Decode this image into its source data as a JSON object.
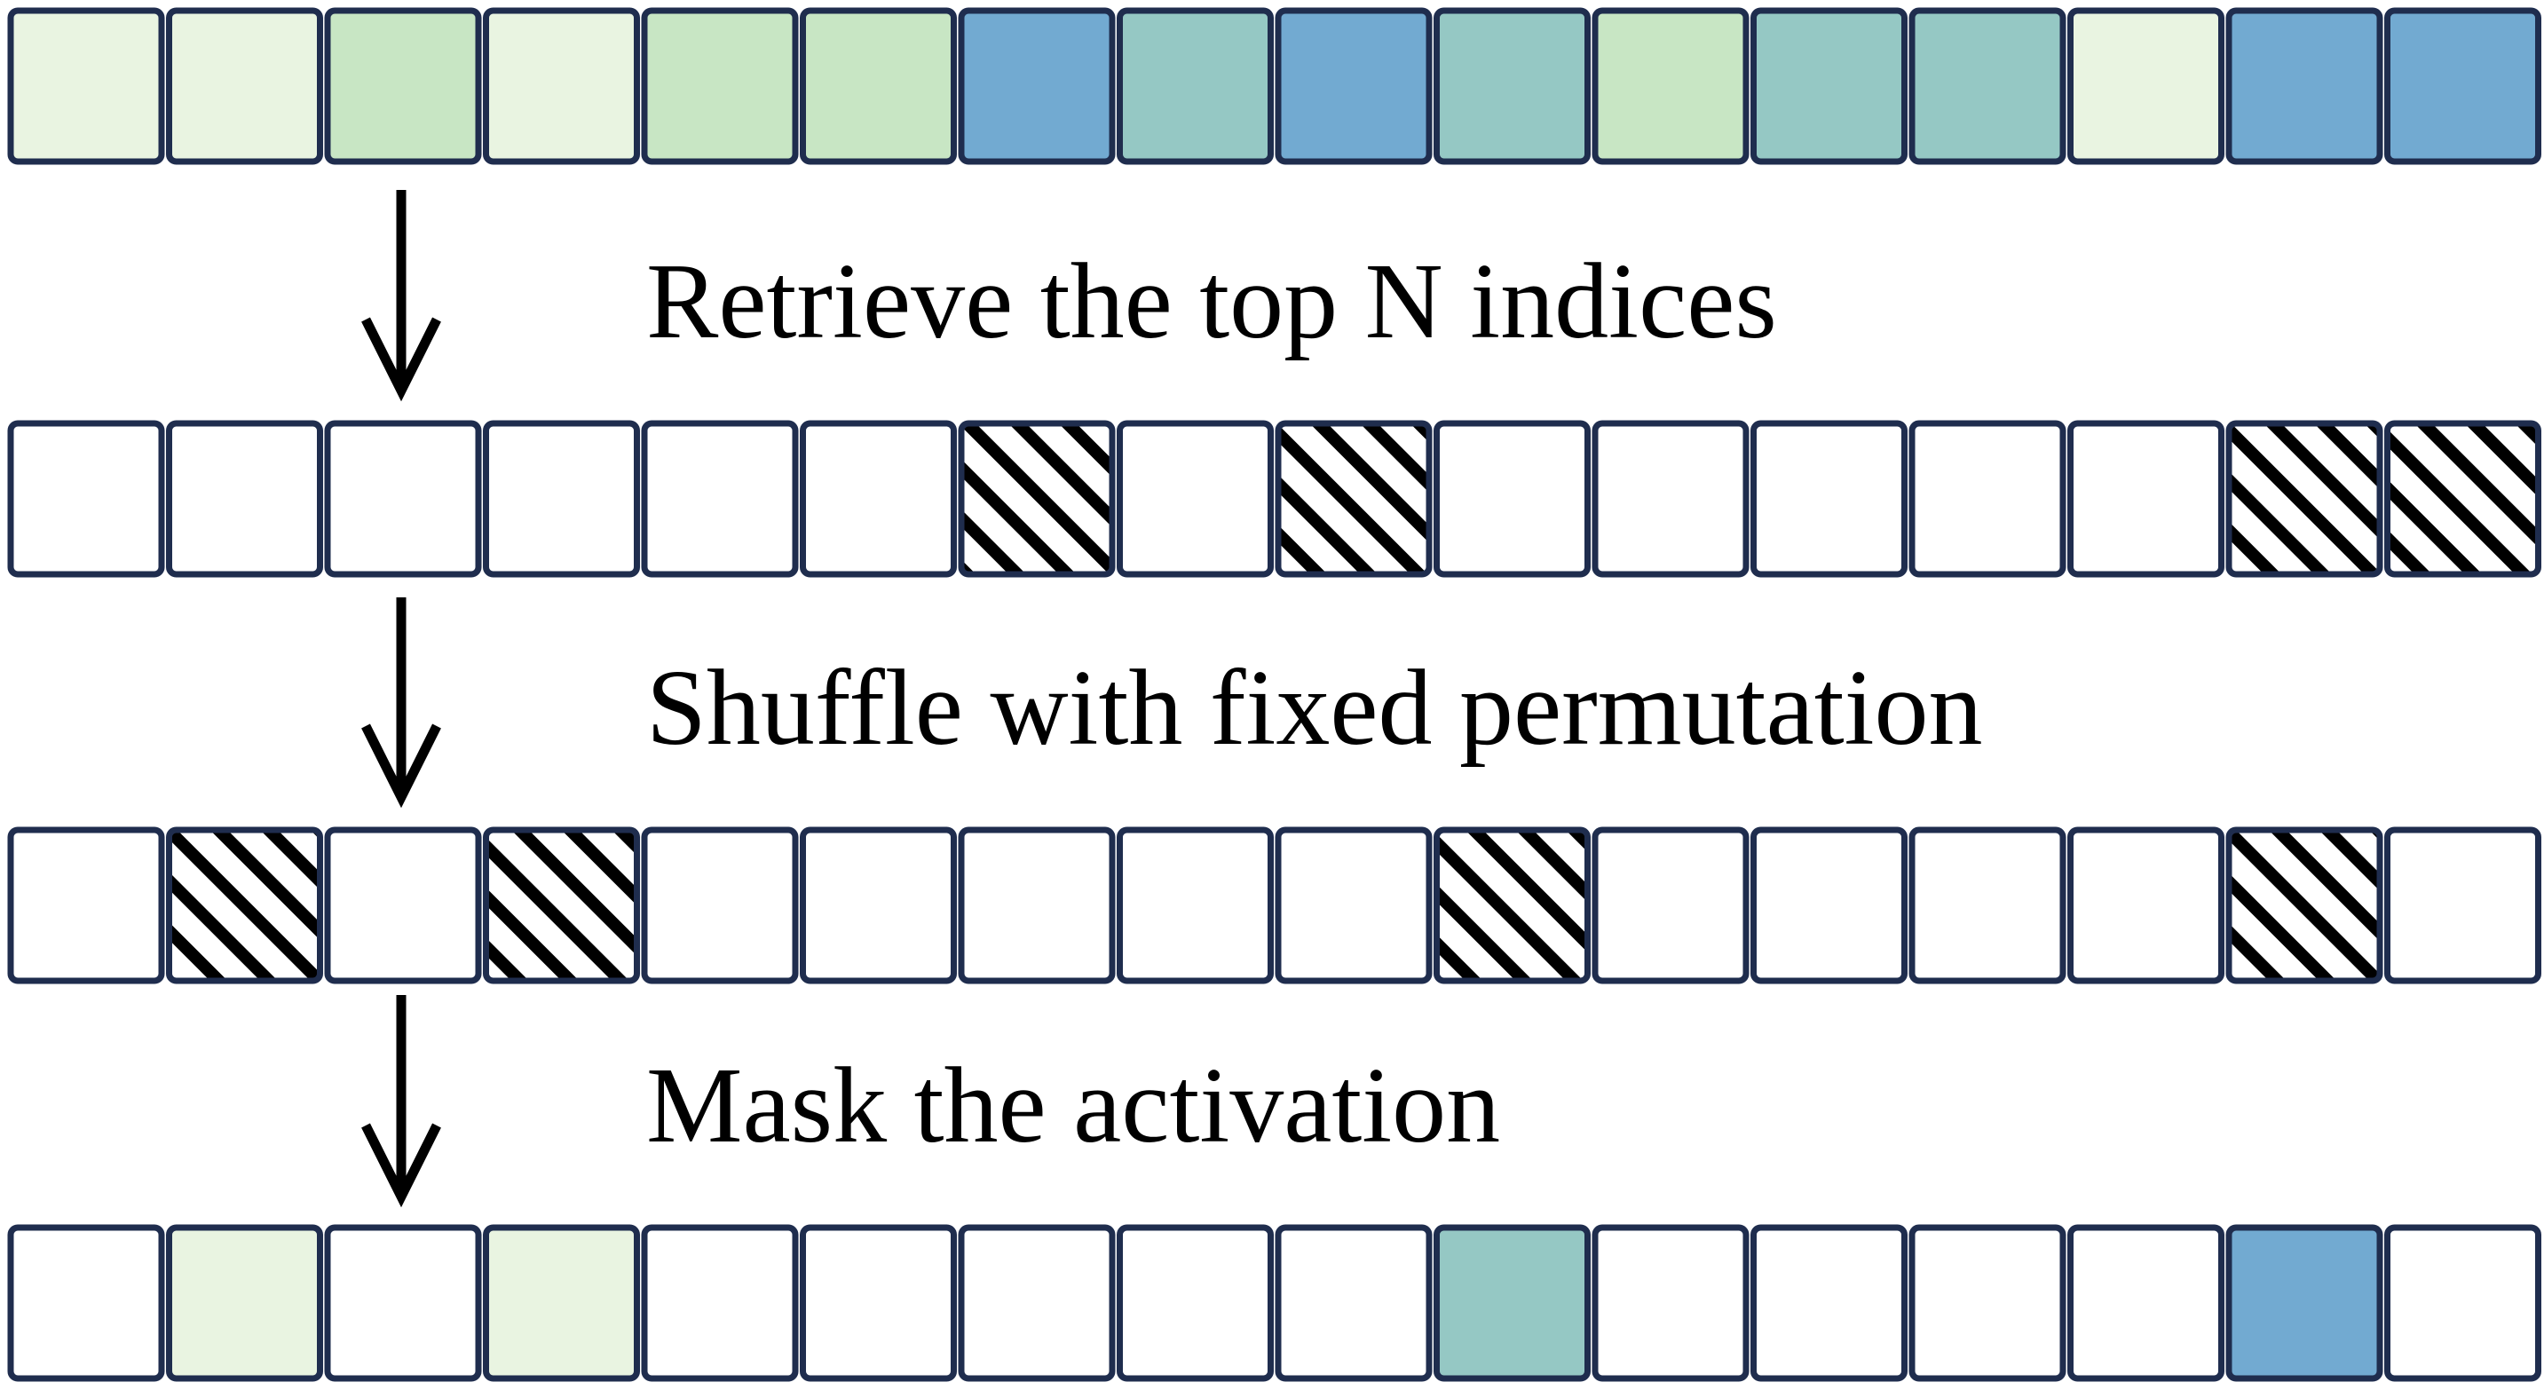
{
  "colors": {
    "level_0": "#ffffff",
    "level_1": "#e9f4e1",
    "level_2": "#c8e6c4",
    "level_3": "#95c8c4",
    "level_4": "#72aad1",
    "cell_border": "#1f2d4e",
    "hatch": "#000000",
    "arrow": "#000000"
  },
  "rows": [
    {
      "name": "activation",
      "cells": [
        1,
        1,
        2,
        1,
        2,
        2,
        4,
        3,
        4,
        3,
        2,
        3,
        3,
        1,
        4,
        4
      ]
    },
    {
      "name": "top-n-indices",
      "cells": [
        "blank",
        "blank",
        "blank",
        "blank",
        "blank",
        "blank",
        "hatched",
        "blank",
        "hatched",
        "blank",
        "blank",
        "blank",
        "blank",
        "blank",
        "hatched",
        "hatched"
      ]
    },
    {
      "name": "shuffled-indices",
      "cells": [
        "blank",
        "hatched",
        "blank",
        "hatched",
        "blank",
        "blank",
        "blank",
        "blank",
        "blank",
        "hatched",
        "blank",
        "blank",
        "blank",
        "blank",
        "hatched",
        "blank"
      ]
    },
    {
      "name": "masked-activation",
      "cells": [
        0,
        1,
        0,
        1,
        0,
        0,
        0,
        0,
        0,
        3,
        0,
        0,
        0,
        0,
        4,
        0
      ]
    }
  ],
  "steps": [
    {
      "label": "Retrieve the top N indices",
      "icon": "down-arrow-icon"
    },
    {
      "label": "Shuffle with fixed permutation",
      "icon": "down-arrow-icon"
    },
    {
      "label": "Mask the activation",
      "icon": "down-arrow-icon"
    }
  ]
}
